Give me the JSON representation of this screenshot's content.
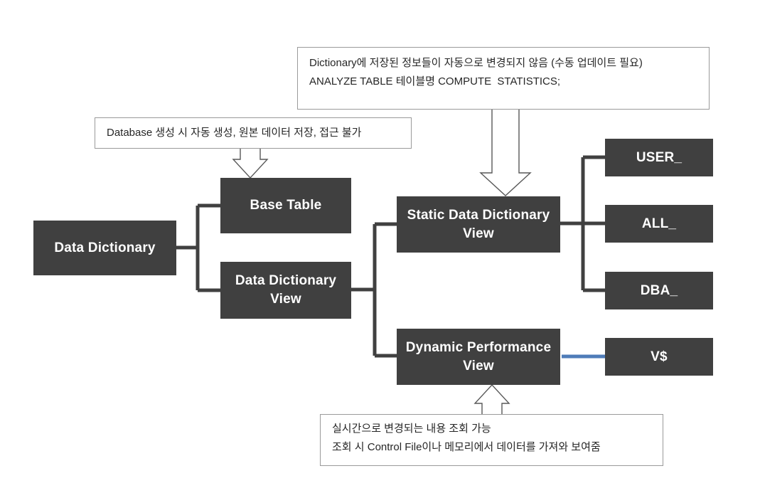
{
  "diagram": {
    "title": "Data Dictionary structure",
    "colors": {
      "node_fill": "#404040",
      "node_text": "#ffffff",
      "connector": "#404040",
      "connector_alt": "#4F7CB8",
      "callout_border": "#9a9a9a",
      "callout_text": "#262626",
      "background": "#ffffff"
    },
    "nodes": [
      {
        "id": "data-dictionary",
        "label": "Data Dictionary"
      },
      {
        "id": "base-table",
        "label": "Base Table"
      },
      {
        "id": "data-dictionary-view",
        "label": "Data Dictionary\nView"
      },
      {
        "id": "static-data-dictionary-view",
        "label": "Static Data Dictionary\nView"
      },
      {
        "id": "dynamic-performance-view",
        "label": "Dynamic Performance\nView"
      },
      {
        "id": "user-prefix",
        "label": "USER_"
      },
      {
        "id": "all-prefix",
        "label": "ALL_"
      },
      {
        "id": "dba-prefix",
        "label": "DBA_"
      },
      {
        "id": "v-dollar-prefix",
        "label": "V$"
      }
    ],
    "callouts": [
      {
        "id": "static-dictionary-note",
        "lines": [
          "Dictionary에 저장된 정보들이 자동으로 변경되지 않음 (수동 업데이트 필요)",
          "ANALYZE TABLE 테이블명 COMPUTE  STATISTICS;"
        ]
      },
      {
        "id": "base-table-note",
        "lines": [
          "Database 생성 시 자동 생성, 원본 데이터 저장, 접근 불가"
        ]
      },
      {
        "id": "dynamic-performance-note",
        "lines": [
          "실시간으로 변경되는 내용 조회 가능",
          "조회 시 Control File이나 메모리에서 데이터를 가져와 보여줌"
        ]
      }
    ]
  }
}
